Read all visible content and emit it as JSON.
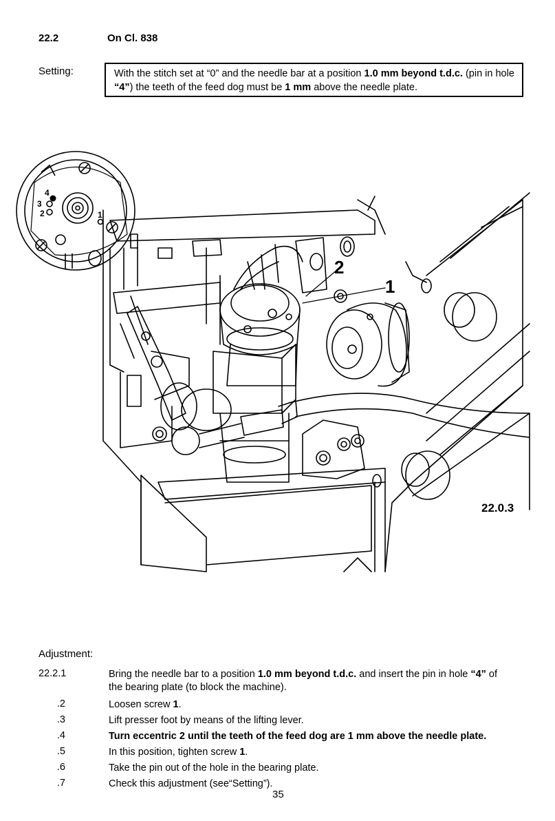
{
  "section": {
    "number": "22.2",
    "title": "On Cl. 838"
  },
  "setting": {
    "label": "Setting:",
    "text_1": "With the stitch set at “0” and the needle bar at a position ",
    "bold_1": "1.0 mm beyond t.d.c.",
    "text_2": " (pin in hole ",
    "bold_2": "“4”",
    "text_3": ") the teeth of the feed dog must be ",
    "bold_3": "1 mm",
    "text_4": " above the needle plate."
  },
  "figure": {
    "label": "22.0.3",
    "callout_1": "1",
    "callout_2": "2",
    "inset_labels": {
      "h4": "4",
      "h3": "3",
      "h2": "2",
      "h1": "1"
    }
  },
  "adjustment": {
    "label": "Adjustment:",
    "steps": [
      {
        "num": "22.2.1",
        "pre": "Bring the needle bar to a position ",
        "bold": "1.0 mm beyond t.d.c.",
        "post": " and insert the pin in hole ",
        "bold2": "“4”",
        "post2": " of",
        "line2": "the bearing plate (to block the machine)."
      },
      {
        "num": ".2",
        "pre": "Loosen screw ",
        "bold": "1",
        "post": "."
      },
      {
        "num": ".3",
        "pre": "Lift presser foot by means of the lifting lever."
      },
      {
        "num": ".4",
        "bold": "Turn eccentric 2 until the teeth of the feed dog are 1 mm above the needle plate."
      },
      {
        "num": ".5",
        "pre": "In this position, tighten screw ",
        "bold": "1",
        "post": "."
      },
      {
        "num": ".6",
        "pre": "Take the pin out of the hole in the bearing plate."
      },
      {
        "num": ".7",
        "pre": "Check this adjustment (see“Setting”)."
      }
    ]
  },
  "page_number": "35"
}
